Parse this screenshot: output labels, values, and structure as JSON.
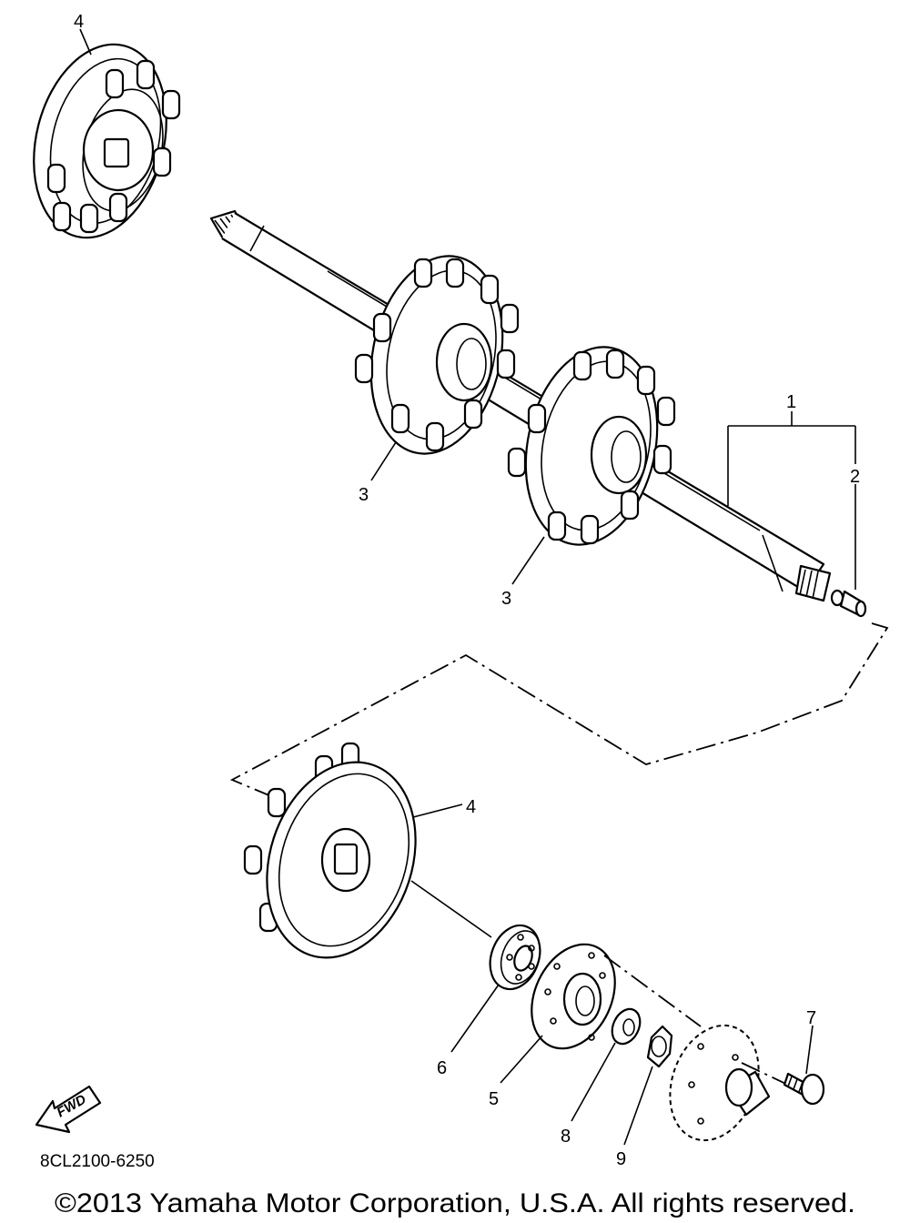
{
  "callouts": {
    "c1": "1",
    "c2": "2",
    "c3a": "3",
    "c3b": "3",
    "c4a": "4",
    "c4b": "4",
    "c5": "5",
    "c6": "6",
    "c7": "7",
    "c8": "8",
    "c9": "9"
  },
  "fwd_label": "FWD",
  "diagram_code": "8CL2100-6250",
  "copyright": "©2013 Yamaha Motor Corporation, U.S.A. All rights reserved."
}
